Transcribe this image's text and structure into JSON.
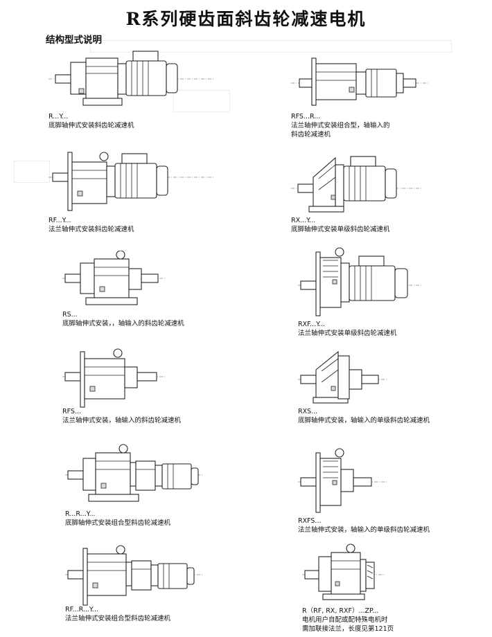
{
  "title": "R系列硬齿面斜齿轮减速电机",
  "subtitle": "结构型式说明",
  "items": [
    {
      "code": "R...Y...",
      "desc": [
        "底脚轴伸式安装斜齿轮减速机"
      ]
    },
    {
      "code": "RFS...R...",
      "desc": [
        "法兰轴伸式安装组合型，轴输入的",
        "斜齿轮减速机"
      ]
    },
    {
      "code": "RF...Y...",
      "desc": [
        "法兰轴伸式安装斜齿轮减速机"
      ]
    },
    {
      "code": "RX...Y...",
      "desc": [
        "底脚轴伸式安装单级斜齿轮减速机"
      ]
    },
    {
      "code": "RS...",
      "desc": [
        "底脚轴伸式安装，，轴输入的斜齿轮减速机"
      ]
    },
    {
      "code": "RXF...Y...",
      "desc": [
        "法兰轴伸式安装单级斜齿轮减速机"
      ]
    },
    {
      "code": "RFS...",
      "desc": [
        "法兰轴伸式安装，轴输入的斜齿轮减速机"
      ]
    },
    {
      "code": "RXS...",
      "desc": [
        "底脚轴伸式安装，轴输入的单级斜齿轮减速机"
      ]
    },
    {
      "code": "R...R...Y...",
      "desc": [
        "底脚轴伸式安装组合型斜齿轮减速机"
      ]
    },
    {
      "code": "RXFS...",
      "desc": [
        "法兰轴伸式安装，轴输入的单级斜齿轮减速机"
      ]
    },
    {
      "code": "RF...R...Y...",
      "desc": [
        "法兰轴伸式安装组合型斜齿轮减速机"
      ]
    },
    {
      "code": "R（RF, RX, RXF）...ZP...",
      "desc": [
        "电机用户自配或配特殊电机时",
        "需加联接法兰，长度见第121页"
      ]
    }
  ]
}
